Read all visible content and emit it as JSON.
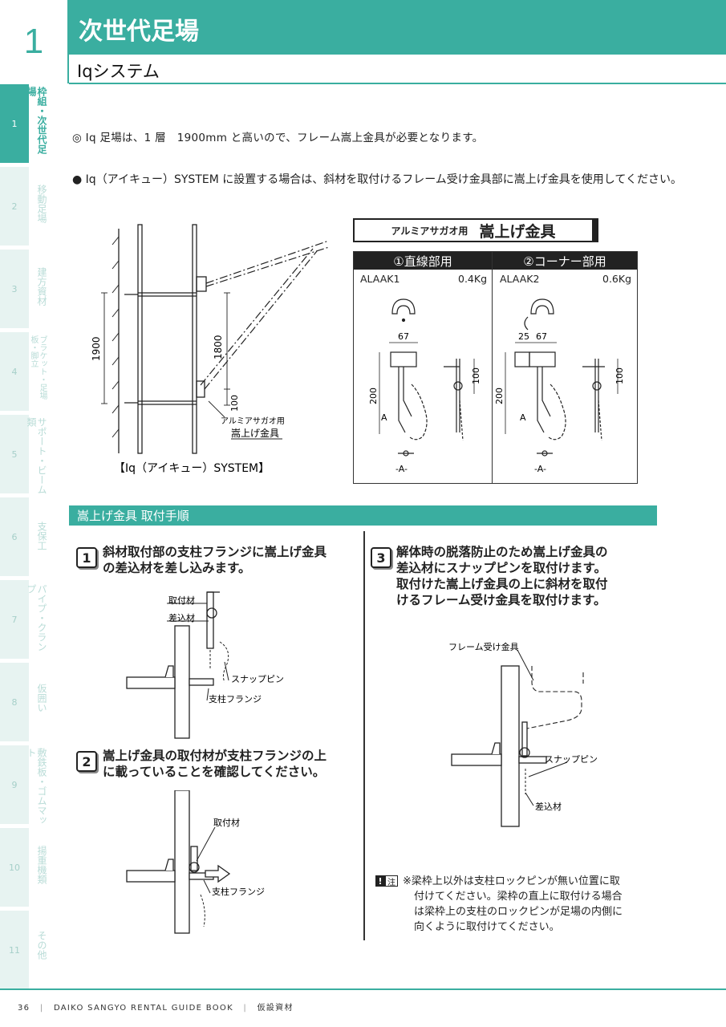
{
  "header": {
    "chapter_number": "1",
    "title": "次世代足場",
    "subtitle": "Iqシステム"
  },
  "sidebar": {
    "tabs": [
      {
        "num": "1",
        "label": "枠組・次世代足場",
        "active": true
      },
      {
        "num": "2",
        "label": "移動足場",
        "active": false
      },
      {
        "num": "3",
        "label": "建方資材",
        "active": false
      },
      {
        "num": "4",
        "label": "ブラケット・足場板・脚立",
        "active": false
      },
      {
        "num": "5",
        "label": "サポート・ビーム類",
        "active": false
      },
      {
        "num": "6",
        "label": "支保工",
        "active": false
      },
      {
        "num": "7",
        "label": "パイプ・クランプ",
        "active": false
      },
      {
        "num": "8",
        "label": "仮囲い",
        "active": false
      },
      {
        "num": "9",
        "label": "敷鉄板・ゴムマット",
        "active": false
      },
      {
        "num": "10",
        "label": "揚重機類",
        "active": false
      },
      {
        "num": "11",
        "label": "その他",
        "active": false
      }
    ]
  },
  "intro": "◎ Iq 足場は、1 層　1900mm と高いので、フレーム嵩上金具が必要となります。",
  "bullet": "● Iq（アイキュー）SYSTEM に設置する場合は、斜材を取付けるフレーム受け金具部に嵩上げ金具を使用してください。",
  "diagram_left": {
    "dim_1900": "1900",
    "dim_1800": "1800",
    "dim_100": "100",
    "label_line1": "アルミアサガオ用",
    "label_line2": "嵩上げ金具",
    "caption": "【Iq（アイキュー）SYSTEM】"
  },
  "product": {
    "head_small": "アルミアサガオ用",
    "head_big": "嵩上げ金具",
    "columns": [
      {
        "head": "①直線部用",
        "code": "ALAAK1",
        "weight": "0.4Kg",
        "dim_w": "67",
        "dim_w2": "",
        "dim_h": "200",
        "dim_side": "100",
        "mark": "A",
        "section": "-A-"
      },
      {
        "head": "②コーナー部用",
        "code": "ALAAK2",
        "weight": "0.6Kg",
        "dim_w": "67",
        "dim_w2": "25",
        "dim_h": "200",
        "dim_side": "100",
        "mark": "A",
        "section": "-A-"
      }
    ]
  },
  "procedure": {
    "title": "嵩上げ金具 取付手順",
    "steps": [
      {
        "num": "1",
        "text_lines": [
          "斜材取付部の支柱フランジに嵩上げ金具",
          "の差込材を差し込みます。"
        ],
        "labels": [
          "取付材",
          "差込材",
          "スナップピン",
          "支柱フランジ"
        ]
      },
      {
        "num": "2",
        "text_lines": [
          "嵩上げ金具の取付材が支柱フランジの上",
          "に載っていることを確認してください。"
        ],
        "labels": [
          "取付材",
          "支柱フランジ"
        ]
      },
      {
        "num": "3",
        "text_lines": [
          "解体時の脱落防止のため嵩上げ金具の",
          "差込材にスナップピンを取付けます。",
          "取付けた嵩上げ金具の上に斜材を取付",
          "けるフレーム受け金具を取付けます。"
        ],
        "labels": [
          "フレーム受け金具",
          "スナップピン",
          "差込材"
        ]
      }
    ],
    "note_badge": "注",
    "note_lines": [
      "※梁枠上以外は支柱ロックピンが無い位置に取",
      "付けてください。梁枠の直上に取付ける場合",
      "は梁枠上の支柱のロックピンが足場の内側に",
      "向くように取付けてください。"
    ]
  },
  "footer": {
    "page": "36",
    "book": "DAIKO SANGYO RENTAL GUIDE BOOK",
    "category": "仮設資材"
  },
  "colors": {
    "accent": "#3aaea0",
    "tab_bg": "#e7f3f1"
  }
}
